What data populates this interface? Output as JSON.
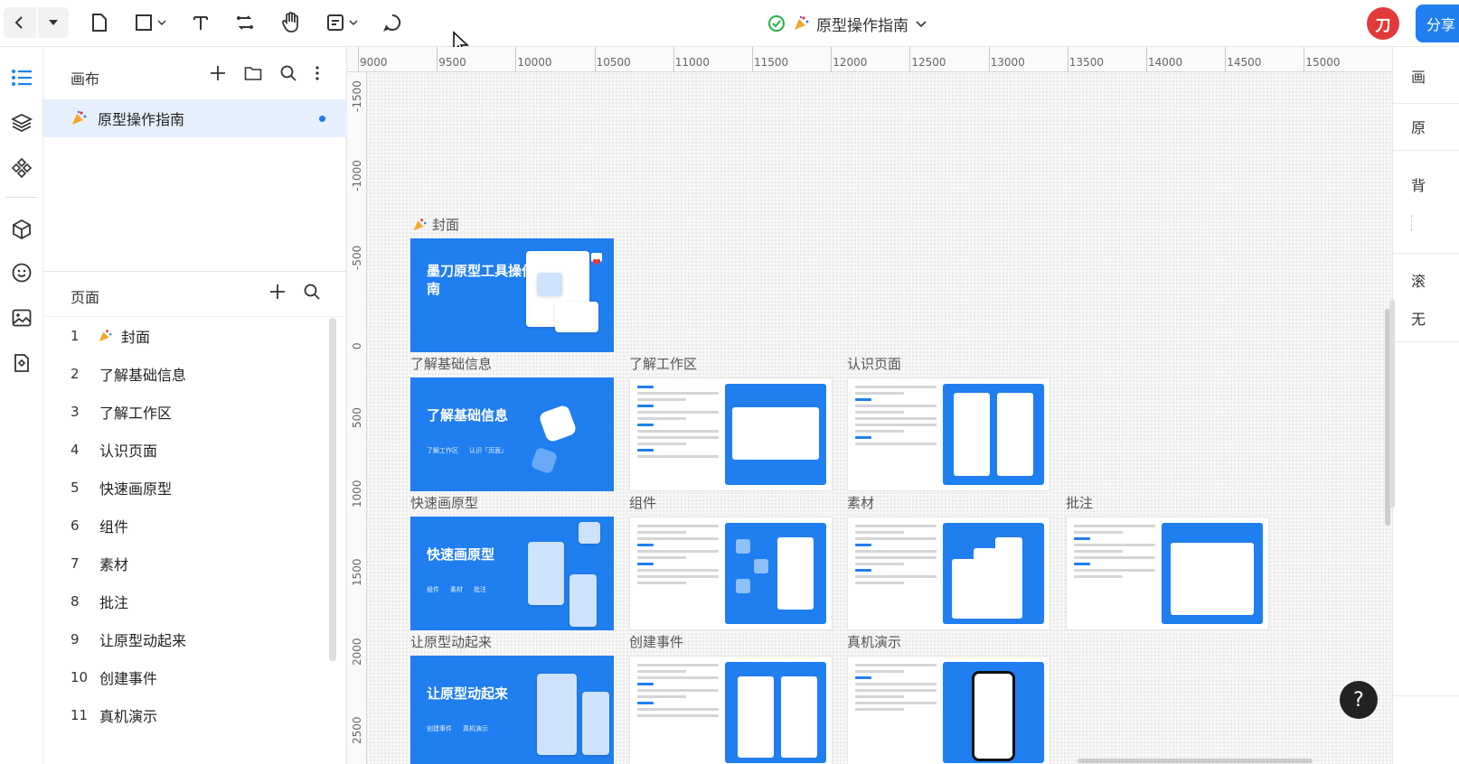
{
  "toolbar": {
    "doc_title": "原型操作指南",
    "share_label": "分享",
    "avatar_text": "刀"
  },
  "sidebar": {
    "canvas_header": "画布",
    "canvas_item": "原型操作指南",
    "pages_header": "页面",
    "pages": [
      {
        "num": "1",
        "name": "封面",
        "emoji": true
      },
      {
        "num": "2",
        "name": "了解基础信息"
      },
      {
        "num": "3",
        "name": "了解工作区"
      },
      {
        "num": "4",
        "name": "认识页面"
      },
      {
        "num": "5",
        "name": "快速画原型"
      },
      {
        "num": "6",
        "name": "组件"
      },
      {
        "num": "7",
        "name": "素材"
      },
      {
        "num": "8",
        "name": "批注"
      },
      {
        "num": "9",
        "name": "让原型动起来"
      },
      {
        "num": "10",
        "name": "创建事件"
      },
      {
        "num": "11",
        "name": "真机演示"
      }
    ],
    "more": "..."
  },
  "ruler": {
    "top": [
      "9000",
      "9500",
      "10000",
      "10500",
      "11000",
      "11500",
      "12000",
      "12500",
      "13000",
      "13500",
      "14000",
      "14500",
      "15000"
    ],
    "left": [
      "-1500",
      "-1000",
      "-500",
      "0",
      "500",
      "1000",
      "1500",
      "2000",
      "2500"
    ]
  },
  "frames": {
    "cover_label": "封面",
    "cover_title": "墨刀原型工具操作指南",
    "basics_label": "了解基础信息",
    "basics_title": "了解基础信息",
    "basics_sub_1": "了解工作区",
    "basics_sub_2": "认识「页面」",
    "workspace_label": "了解工作区",
    "pages_label": "认识页面",
    "quick_label": "快速画原型",
    "quick_title": "快速画原型",
    "quick_sub_1": "组件",
    "quick_sub_2": "素材",
    "quick_sub_3": "批注",
    "components_label": "组件",
    "assets_label": "素材",
    "comments_label": "批注",
    "animate_label": "让原型动起来",
    "animate_title": "让原型动起来",
    "animate_sub_1": "创建事件",
    "animate_sub_2": "真机演示",
    "events_label": "创建事件",
    "device_label": "真机演示"
  },
  "help": "?",
  "rightpanel": {
    "t1": "画",
    "t2": "原",
    "t3": "背",
    "t4": "滚",
    "t5": "无"
  },
  "colors": {
    "accent": "#1f7ef0",
    "avatar": "#e23a3a",
    "selected": "#e6f0fd"
  }
}
